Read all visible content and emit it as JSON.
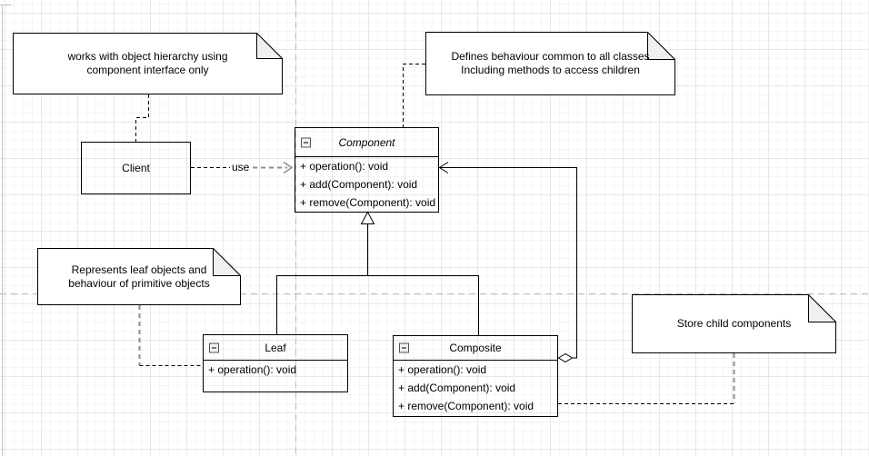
{
  "notes": {
    "client_usage": {
      "lines": [
        "works with object hierarchy using",
        "component interface only"
      ]
    },
    "component_behaviour": {
      "lines": [
        "Defines behaviour common to all classes",
        "Including methods to access children"
      ]
    },
    "leaf_description": {
      "lines": [
        "Represents leaf objects and",
        "behaviour of primitive objects"
      ]
    },
    "composite_storage": {
      "lines": [
        "Store child components"
      ]
    }
  },
  "classes": {
    "client": {
      "name": "Client"
    },
    "component": {
      "name": "Component",
      "methods": [
        "+ operation(): void",
        "+ add(Component): void",
        "+ remove(Component): void"
      ]
    },
    "leaf": {
      "name": "Leaf",
      "methods": [
        "+ operation(): void"
      ]
    },
    "composite": {
      "name": "Composite",
      "methods": [
        "+ operation(): void",
        "+ add(Component): void",
        "+ remove(Component): void"
      ]
    }
  },
  "edges": {
    "use_label": "use"
  },
  "colors": {
    "stroke": "#000000",
    "note_fill": "#ffffff",
    "fold_fill": "#f0f0f0",
    "gray_dash": "#8c8c8c",
    "page_boundary": "#bbbbbb",
    "grid_minor": "#f5f5f5",
    "grid_major": "#e7e7e7"
  }
}
